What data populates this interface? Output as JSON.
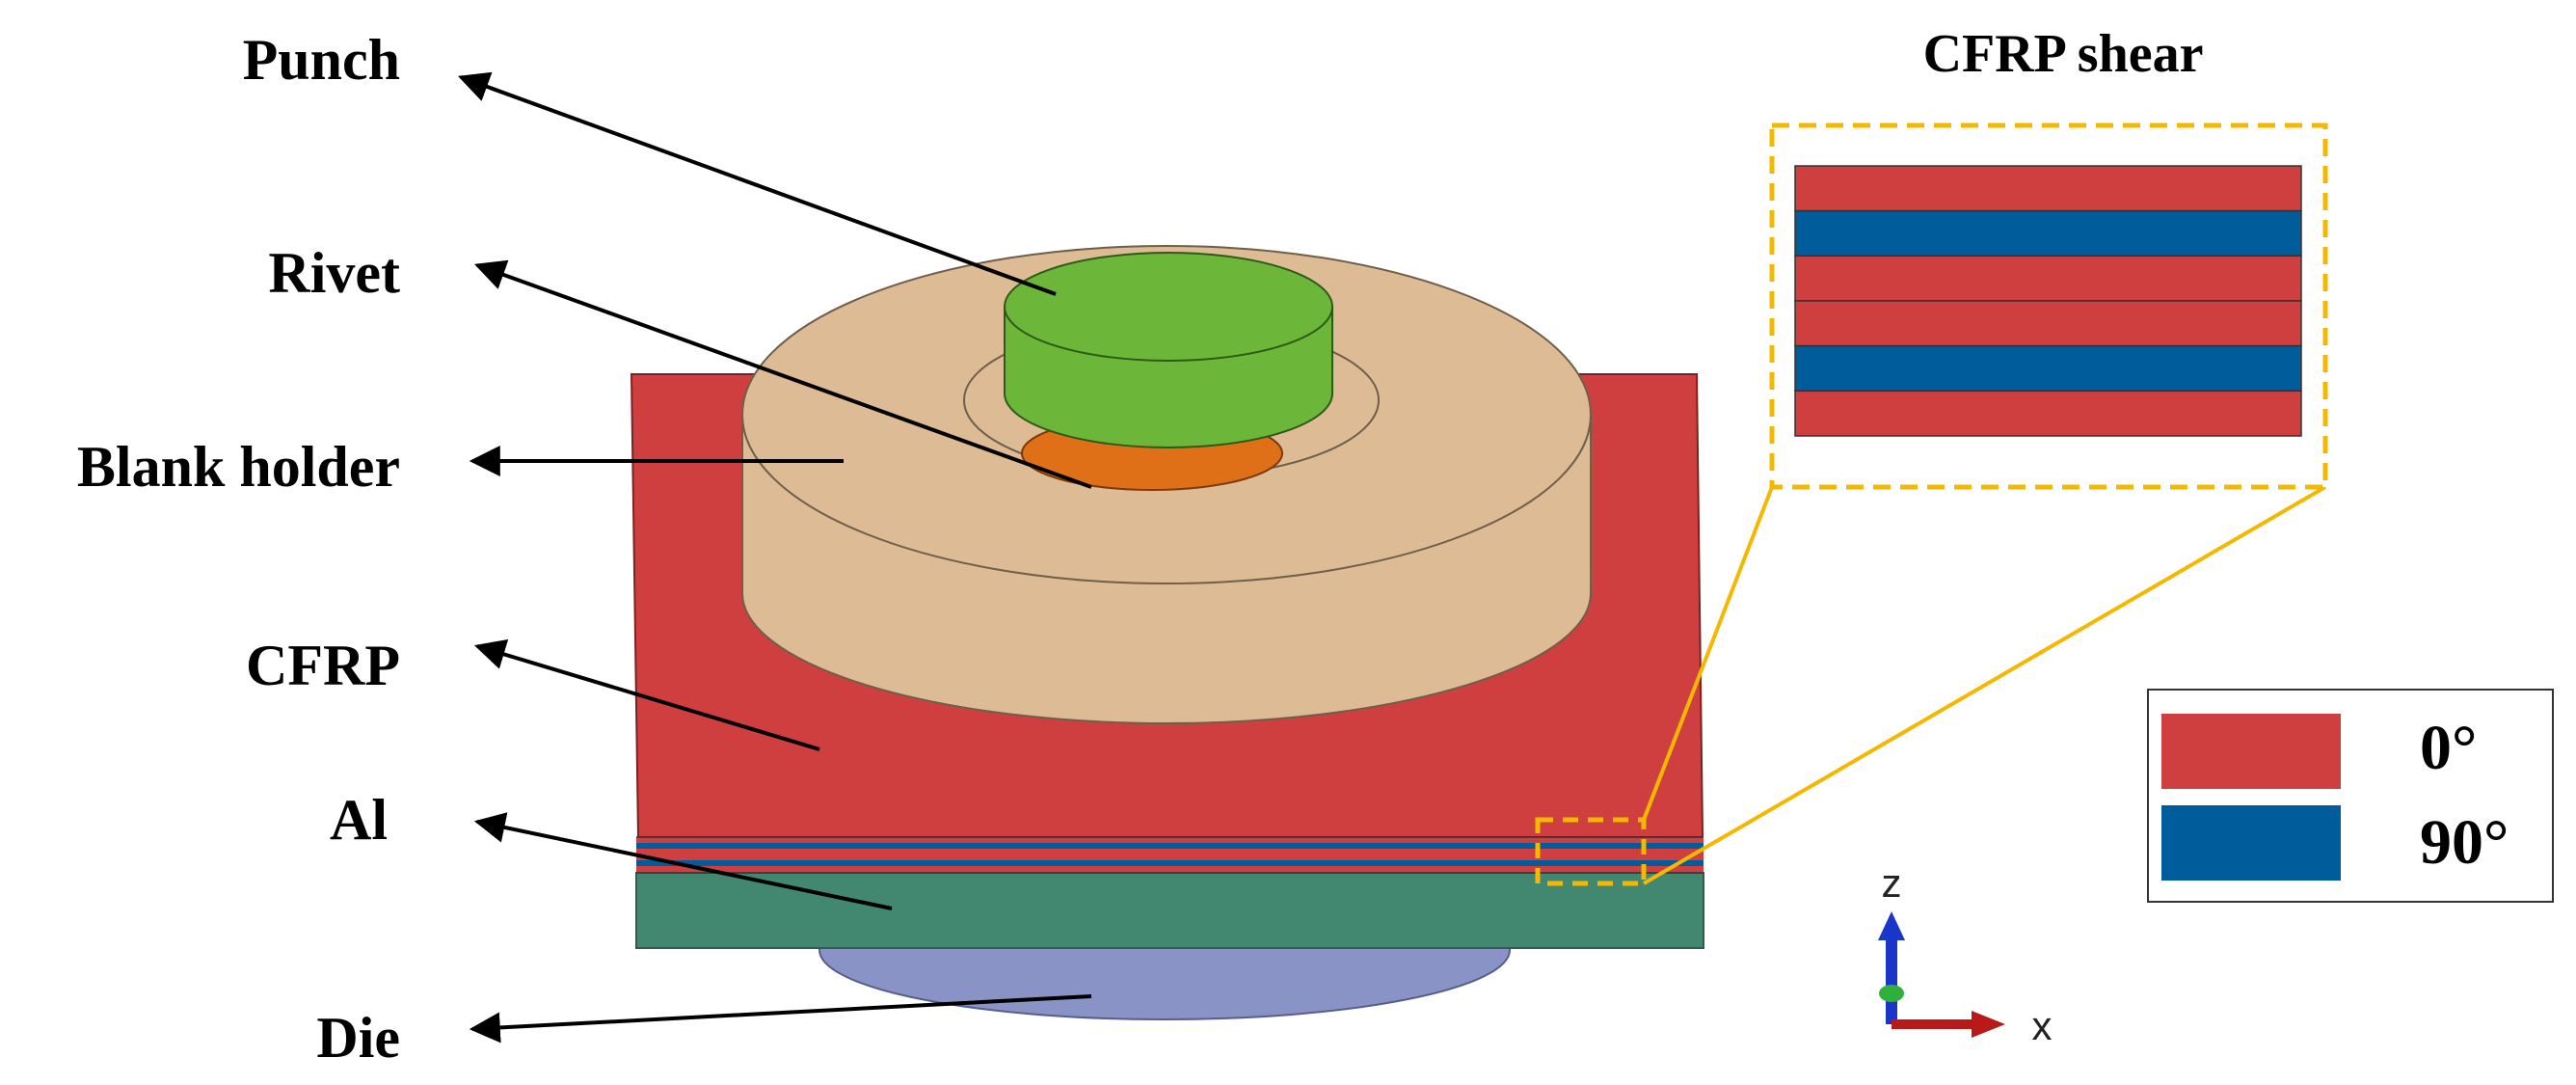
{
  "labels": {
    "punch": "Punch",
    "rivet": "Rivet",
    "blank_holder": "Blank holder",
    "cfrp": "CFRP",
    "al": "Al",
    "die": "Die"
  },
  "inset": {
    "title": "CFRP shear",
    "layers": [
      "0°",
      "90°",
      "0°",
      "0°",
      "90°",
      "0°"
    ]
  },
  "legend": {
    "items": [
      {
        "label": "0°",
        "color": "#cf3f40"
      },
      {
        "label": "90°",
        "color": "#005c9a"
      }
    ]
  },
  "axes": {
    "z": "z",
    "x": "x"
  },
  "colors": {
    "punch": "#6cb63a",
    "rivet": "#e07018",
    "blank_holder": "#dcbb95",
    "cfrp": "#cf3f40",
    "al": "#428870",
    "die": "#8a93c6",
    "ply_90": "#005c9a",
    "highlight": "#f4b800"
  }
}
